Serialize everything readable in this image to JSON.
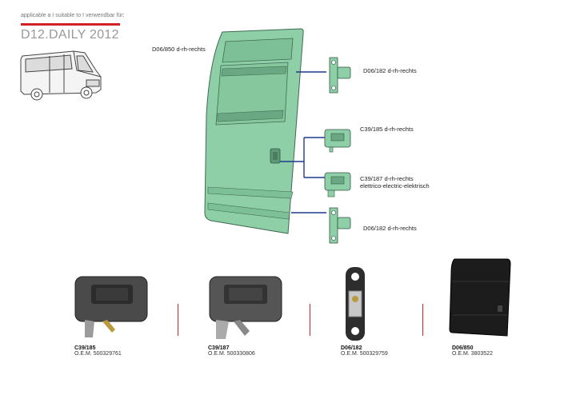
{
  "header": {
    "applicable": "applicable a I suitable to I verwendbar für:",
    "model": "D12.DAILY 2012"
  },
  "diagram": {
    "door_label": "D06/850 d-rh-rechts",
    "part_labels": [
      {
        "line1": "D06/182 d-rh-rechts",
        "line2": ""
      },
      {
        "line1": "C39/185 d-rh-rechts",
        "line2": ""
      },
      {
        "line1": "C39/187 d-rh-rechts",
        "line2": "elettrico-electric-elektrisch"
      },
      {
        "line1": "D06/182 d-rh-rechts",
        "line2": ""
      }
    ]
  },
  "products": [
    {
      "code": "C39/185",
      "oem": "O.E.M. 500329761"
    },
    {
      "code": "C39/187",
      "oem": "O.E.M. 500330806"
    },
    {
      "code": "D06/182",
      "oem": "O.E.M. 500329759"
    },
    {
      "code": "D06/850",
      "oem": "O.E.M. 3803522"
    }
  ],
  "colors": {
    "accent": "#d32027",
    "door": "#8fcfa8",
    "lines": "#1d3c8f"
  }
}
